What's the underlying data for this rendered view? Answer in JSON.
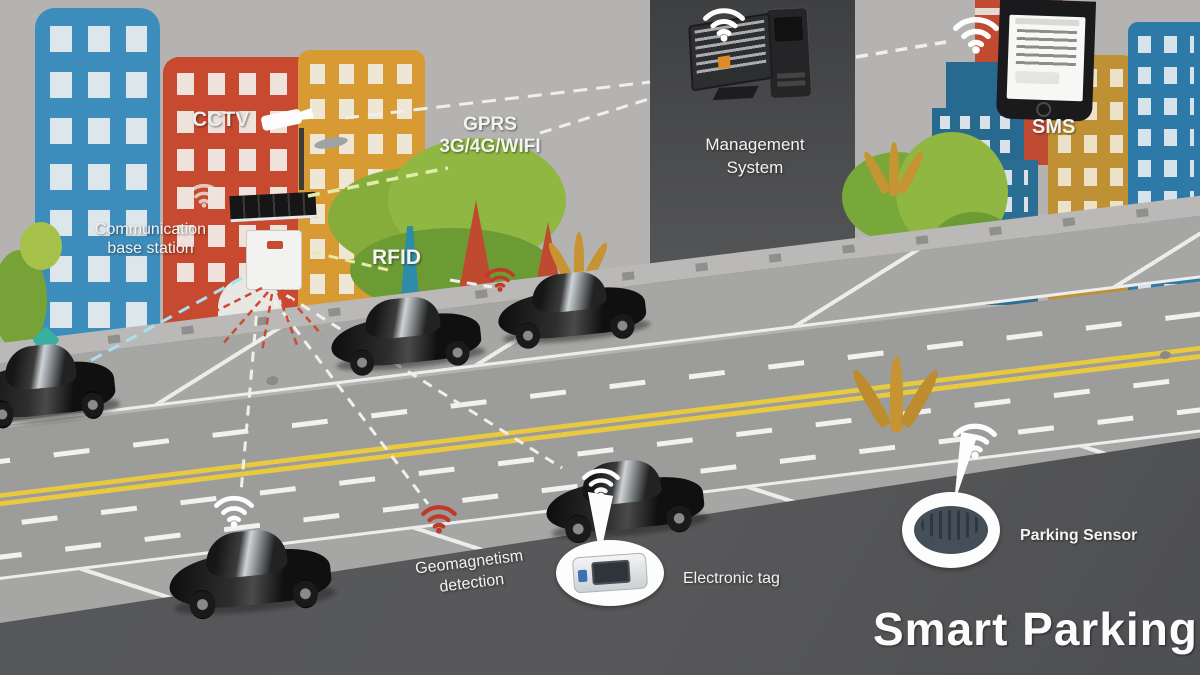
{
  "diagram": {
    "title": "Smart Parking",
    "labels": {
      "cctv": "CCTV",
      "base_station": [
        "Communication",
        "base station"
      ],
      "gprs": [
        "GPRS",
        "3G/4G/WIFI"
      ],
      "rfid": "RFID",
      "management": [
        "Management",
        "System"
      ],
      "sms": "SMS",
      "geomagnetism": [
        "Geomagnetism",
        "detection"
      ],
      "electronic_tag": "Electronic tag",
      "parking_sensor": "Parking Sensor"
    },
    "colors": {
      "center_line_yellow": "#e9c93d",
      "wifi_alert_red": "#c0392b",
      "dash_white": "#f0efed",
      "dash_lime": "#e4eba8",
      "dash_cyan": "#a8e2ee",
      "overlay_dark": "#58585a"
    }
  }
}
